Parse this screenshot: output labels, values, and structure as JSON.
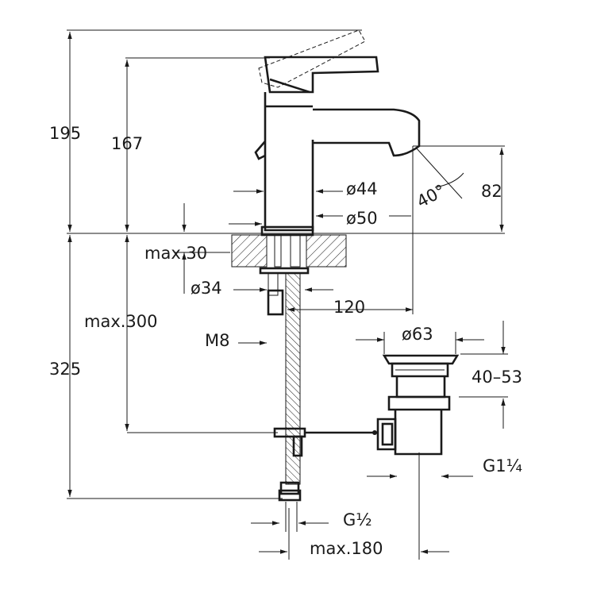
{
  "dimensions": {
    "overall_height": "195",
    "spout_height": "167",
    "deck_thickness": "max.30",
    "hole_diameter": "ø34",
    "body_diameter": "ø44",
    "base_diameter": "ø50",
    "spout_angle": "40°",
    "spout_outlet_height": "82",
    "spout_reach": "120",
    "below_deck_height": "325",
    "hose_length": "max.300",
    "stud_thread": "M8",
    "waste_diameter": "ø63",
    "waste_range": "40–53",
    "waste_thread": "G1¼",
    "inlet_thread": "G½",
    "max_offset": "max.180"
  }
}
